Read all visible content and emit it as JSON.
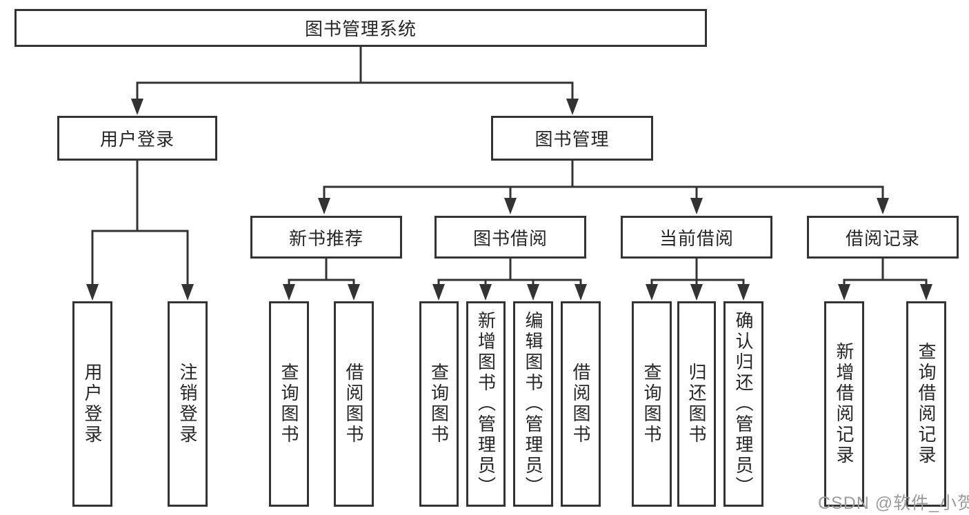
{
  "diagram": {
    "background": "#ffffff",
    "line_color": "#333333",
    "text_color": "#262626",
    "watermark_color": "#9b9b9b",
    "root": {
      "label": "图书管理系统"
    },
    "level2": [
      {
        "label": "用户登录"
      },
      {
        "label": "图书管理"
      }
    ],
    "level3": [
      {
        "label": "新书推荐",
        "parent": "图书管理"
      },
      {
        "label": "图书借阅",
        "parent": "图书管理"
      },
      {
        "label": "当前借阅",
        "parent": "图书管理"
      },
      {
        "label": "借阅记录",
        "parent": "图书管理"
      }
    ],
    "leaves": [
      {
        "label": "用户登录",
        "parent": "用户登录"
      },
      {
        "label": "注销登录",
        "parent": "用户登录"
      },
      {
        "label": "查询图书",
        "parent": "新书推荐"
      },
      {
        "label": "借阅图书",
        "parent": "新书推荐"
      },
      {
        "label": "查询图书",
        "parent": "图书借阅"
      },
      {
        "label": "新增图书（管理员）",
        "parent": "图书借阅"
      },
      {
        "label": "编辑图书（管理员）",
        "parent": "图书借阅"
      },
      {
        "label": "借阅图书",
        "parent": "图书借阅"
      },
      {
        "label": "查询图书",
        "parent": "当前借阅"
      },
      {
        "label": "归还图书",
        "parent": "当前借阅"
      },
      {
        "label": "确认归还（管理员）",
        "parent": "当前借阅"
      },
      {
        "label": "新增借阅记录",
        "parent": "借阅记录"
      },
      {
        "label": "查询借阅记录",
        "parent": "借阅记录"
      }
    ],
    "watermark": "CSDN @软件_小贺同学"
  }
}
